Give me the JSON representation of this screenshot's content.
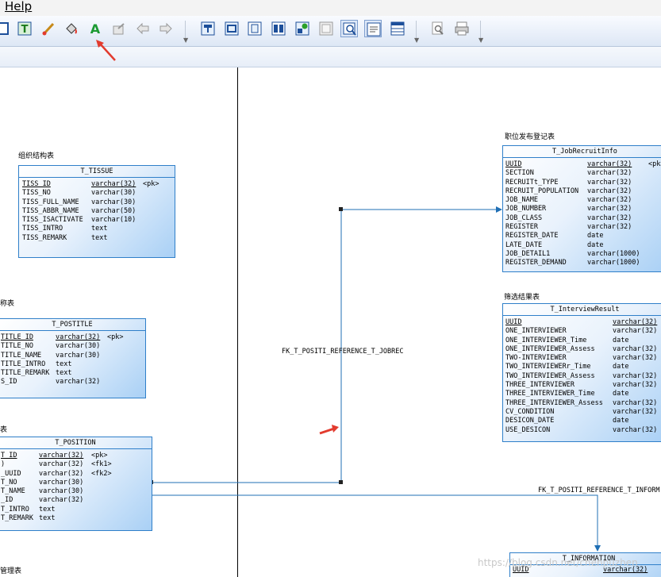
{
  "menu": {
    "help": "Help"
  },
  "toolbar": {
    "buttons": [
      {
        "name": "new-icon"
      },
      {
        "name": "text-icon"
      },
      {
        "name": "brush-icon"
      },
      {
        "name": "fill-color-icon"
      },
      {
        "name": "font-icon"
      },
      {
        "name": "export-icon"
      },
      {
        "name": "undo-icon"
      },
      {
        "name": "redo-icon"
      },
      {
        "name": "table-icon"
      },
      {
        "name": "view-icon"
      },
      {
        "name": "procedure-icon"
      },
      {
        "name": "package-icon"
      },
      {
        "name": "reference-icon"
      },
      {
        "name": "image-icon"
      },
      {
        "name": "zoom-icon"
      },
      {
        "name": "note-icon"
      },
      {
        "name": "grid-icon"
      },
      {
        "name": "print-preview-icon"
      },
      {
        "name": "print-icon"
      }
    ]
  },
  "colors": {
    "accent": "#2f7fc9",
    "arrow": "#e23b2e",
    "line": "#1f6fb5"
  },
  "tables": {
    "tissue": {
      "caption": "组织结构表",
      "name": "T_TISSUE",
      "rows": [
        [
          "TISS_ID",
          "varchar(32)",
          "<pk>"
        ],
        [
          "TISS_NO",
          "varchar(30)",
          ""
        ],
        [
          "TISS_FULL_NAME",
          "varchar(30)",
          ""
        ],
        [
          "TISS_ABBR_NAME",
          "varchar(50)",
          ""
        ],
        [
          "TISS_ISACTIVATE",
          "varchar(10)",
          ""
        ],
        [
          "TISS_INTRO",
          "text",
          ""
        ],
        [
          "TISS_REMARK",
          "text",
          ""
        ]
      ]
    },
    "postitle": {
      "caption": "称表",
      "name": "T_POSTITLE",
      "rows": [
        [
          "TITLE_ID",
          "varchar(32)",
          "<pk>"
        ],
        [
          "TITLE_NO",
          "varchar(30)",
          ""
        ],
        [
          "TITLE_NAME",
          "varchar(30)",
          ""
        ],
        [
          "TITLE_INTRO",
          "text",
          ""
        ],
        [
          "TITLE_REMARK",
          "text",
          ""
        ],
        [
          "S_ID",
          "varchar(32)",
          ""
        ]
      ]
    },
    "position": {
      "caption": "表",
      "name": "T_POSITION",
      "rows": [
        [
          "T_ID",
          "varchar(32)",
          "<pk>"
        ],
        [
          ")",
          "varchar(32)",
          "<fk1>"
        ],
        [
          "_UUID",
          "varchar(32)",
          "<fk2>"
        ],
        [
          "T_NO",
          "varchar(30)",
          ""
        ],
        [
          "T_NAME",
          "varchar(30)",
          ""
        ],
        [
          "_ID",
          "varchar(32)",
          ""
        ],
        [
          "T_INTRO",
          "text",
          ""
        ],
        [
          "T_REMARK",
          "text",
          ""
        ]
      ]
    },
    "jobrecruit": {
      "caption": "职位发布登记表",
      "name": "T_JobRecruitInfo",
      "rows": [
        [
          "UUID",
          "varchar(32)",
          "<pk>"
        ],
        [
          "SECTION",
          "varchar(32)",
          ""
        ],
        [
          "RECRUITt_TYPE",
          "varchar(32)",
          ""
        ],
        [
          "RECRUIT_POPULATION",
          "varchar(32)",
          ""
        ],
        [
          "JOB_NAME",
          "varchar(32)",
          ""
        ],
        [
          "JOB_NUMBER",
          "varchar(32)",
          ""
        ],
        [
          "JOB_CLASS",
          "varchar(32)",
          ""
        ],
        [
          "REGISTER",
          "varchar(32)",
          ""
        ],
        [
          "REGISTER_DATE",
          "date",
          ""
        ],
        [
          "LATE_DATE",
          "date",
          ""
        ],
        [
          "JOB_DETAIL1",
          "varchar(1000)",
          ""
        ],
        [
          "REGISTER_DEMAND",
          "varchar(1000)",
          ""
        ]
      ]
    },
    "interview": {
      "caption": "筛选结果表",
      "name": "T_InterviewResult",
      "rows": [
        [
          "UUID",
          "varchar(32)",
          ""
        ],
        [
          "ONE_INTERVIEWER",
          "varchar(32)",
          ""
        ],
        [
          "ONE_INTERVIEWER_Time",
          "date",
          ""
        ],
        [
          "ONE_INTERVIEWER_Assess",
          "varchar(32)",
          ""
        ],
        [
          "TWO-INTERVIEWER",
          "varchar(32)",
          ""
        ],
        [
          "TWO_INTERVIEWERr_Time",
          "date",
          ""
        ],
        [
          "TWO_INTERVIEWER_Assess",
          "varchar(32)",
          ""
        ],
        [
          "THREE_INTERVIEWER",
          "varchar(32)",
          ""
        ],
        [
          "THREE_INTERVIEWER_Time",
          "date",
          ""
        ],
        [
          "THREE_INTERVIEWER_Assess",
          "varchar(32)",
          ""
        ],
        [
          "CV_CONDITION",
          "varchar(32)",
          ""
        ],
        [
          "DESICON_DATE",
          "date",
          ""
        ],
        [
          "USE_DESICON",
          "varchar(32)",
          ""
        ]
      ]
    },
    "information": {
      "caption": "",
      "name": "T_INFORMATION",
      "rows": [
        [
          "UUID",
          "varchar(32)",
          ""
        ]
      ]
    }
  },
  "bottom_caption": "管理表",
  "references": {
    "jobrec": "FK_T_POSITI_REFERENCE_T_JOBREC",
    "inform": "FK_T_POSITI_REFERENCE_T_INFORM"
  },
  "watermark": "https://blog.csdn.net/chenpuzhen"
}
